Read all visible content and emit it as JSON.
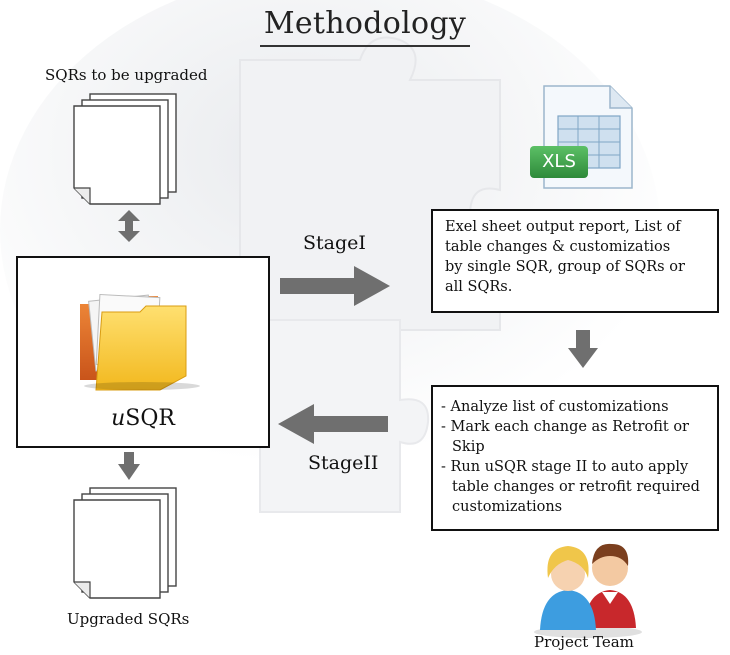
{
  "title": "Methodology",
  "sqrs_to_upgrade_label": "SQRs to be upgraded",
  "upgraded_sqrs_label": "Upgraded SQRs",
  "tool": {
    "prefix": "u",
    "name": "SQR"
  },
  "stage1_label": "StageI",
  "stage2_label": "StageII",
  "xls_icon_text": "XLS",
  "report_box": {
    "lines": [
      "Exel sheet output report, List of",
      "table changes & customizatios",
      "by single SQR, group of SQRs or",
      "all SQRs."
    ]
  },
  "action_box": {
    "lines": [
      "- Analyze list of customizations",
      "- Mark each change as Retrofit or",
      "  Skip",
      "- Run uSQR stage II to auto apply",
      "  table changes or retrofit required",
      "  customizations"
    ]
  },
  "project_team_label": "Project Team",
  "colors": {
    "arrow": "#6f6f6f",
    "xls_green": "#3aa348",
    "folder_yellow": "#f2c12e",
    "folder_orange": "#e06a1c",
    "person_blue": "#3d9de0",
    "person_red": "#c8282c"
  }
}
